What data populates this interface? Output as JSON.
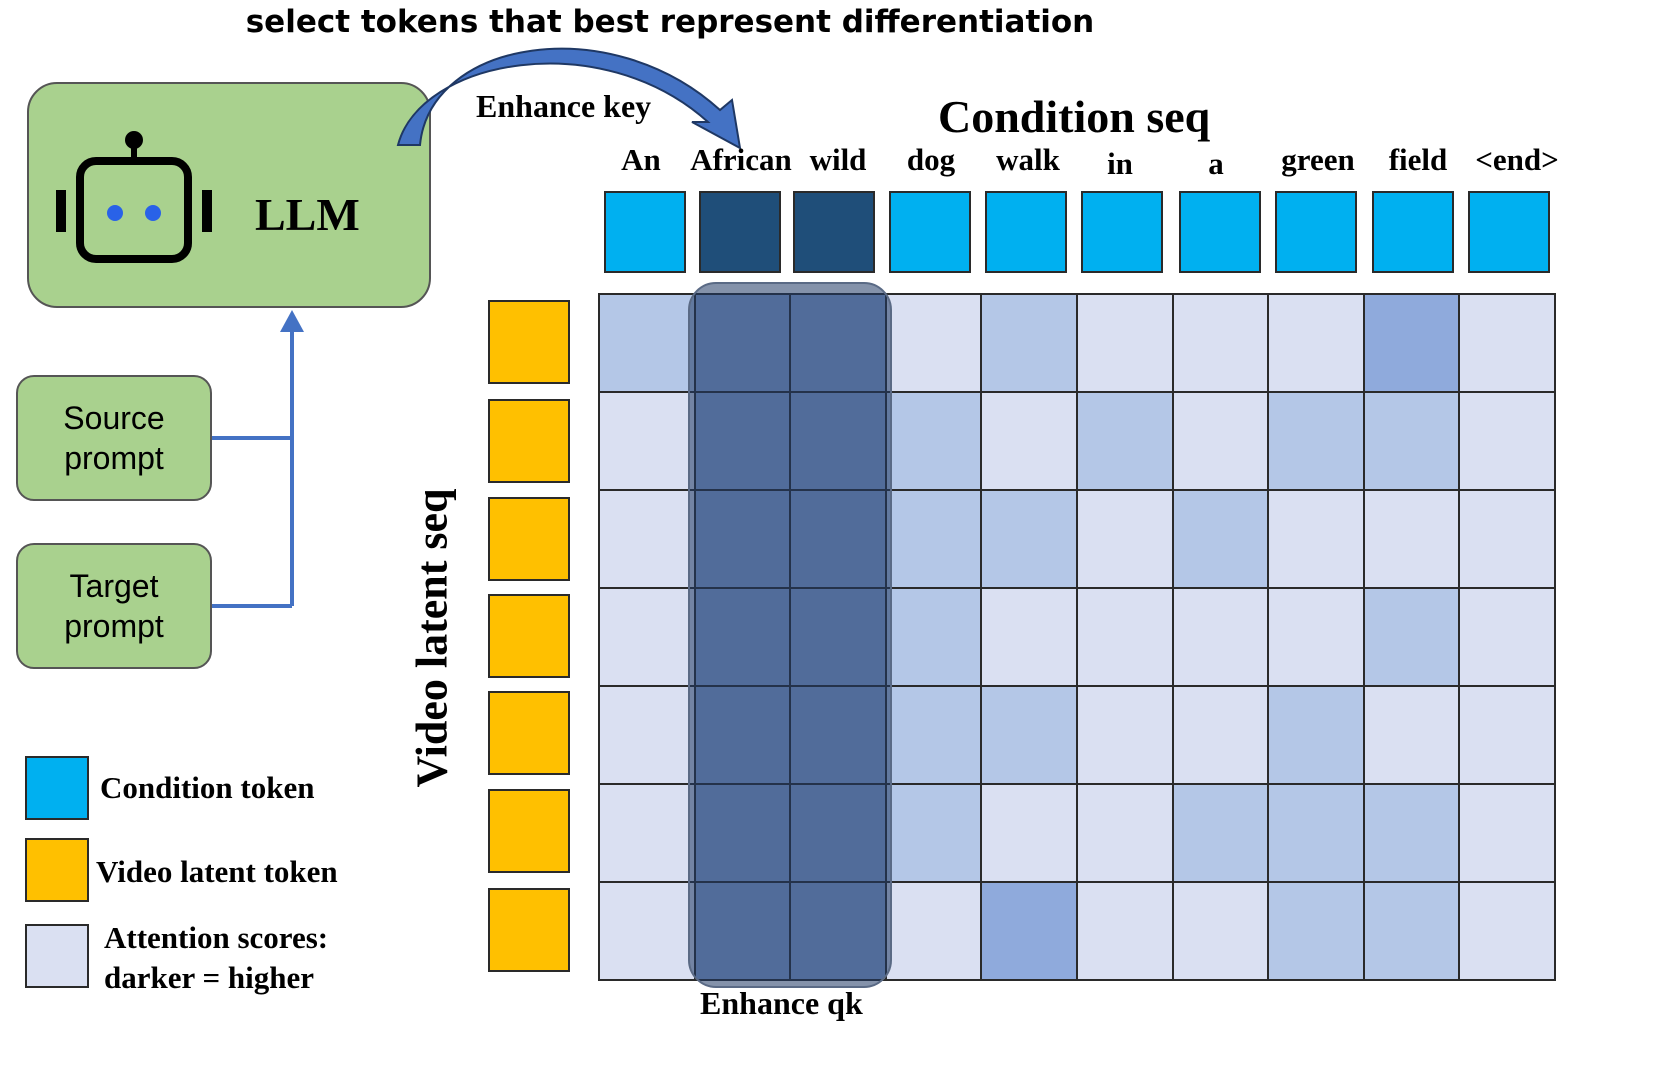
{
  "header": {
    "title": "select tokens that best represent differentiation"
  },
  "llm": {
    "label": "LLM"
  },
  "prompts": {
    "source": "Source\nprompt",
    "target": "Target\nprompt"
  },
  "annotations": {
    "enhance_key": "Enhance key",
    "enhance_qk": "Enhance qk"
  },
  "axes": {
    "condition_title": "Condition seq",
    "video_title": "Video latent seq"
  },
  "tokens": [
    "An",
    "African",
    "wild",
    "dog",
    "walk",
    "in",
    "a",
    "green",
    "field",
    "<end>"
  ],
  "condition_token_levels": [
    "normal",
    "selected",
    "selected",
    "normal",
    "normal",
    "normal",
    "normal",
    "normal",
    "normal",
    "normal"
  ],
  "attention_levels": [
    [
      1,
      3,
      3,
      0,
      1,
      0,
      0,
      0,
      2,
      0
    ],
    [
      0,
      3,
      3,
      1,
      0,
      1,
      0,
      1,
      1,
      0
    ],
    [
      0,
      3,
      3,
      1,
      1,
      0,
      1,
      0,
      0,
      0
    ],
    [
      0,
      3,
      3,
      1,
      0,
      0,
      0,
      0,
      1,
      0
    ],
    [
      0,
      3,
      3,
      1,
      1,
      0,
      0,
      1,
      0,
      0
    ],
    [
      0,
      3,
      3,
      1,
      0,
      0,
      1,
      1,
      1,
      0
    ],
    [
      0,
      3,
      3,
      0,
      2,
      0,
      0,
      1,
      1,
      0
    ]
  ],
  "legend": {
    "condition": "Condition token",
    "video": "Video latent token",
    "attention": "Attention scores:\ndarker = higher"
  },
  "colors": {
    "llm_fill": "#a9d18e",
    "condition_token": "#00b0f0",
    "condition_token_selected": "#1f4e79",
    "video_token": "#ffc000",
    "arrow": "#4472c4",
    "highlight": "#1f3864",
    "attention_scale": [
      "#dae0f2",
      "#b4c7e7",
      "#8faadc",
      "#8faadc"
    ]
  }
}
